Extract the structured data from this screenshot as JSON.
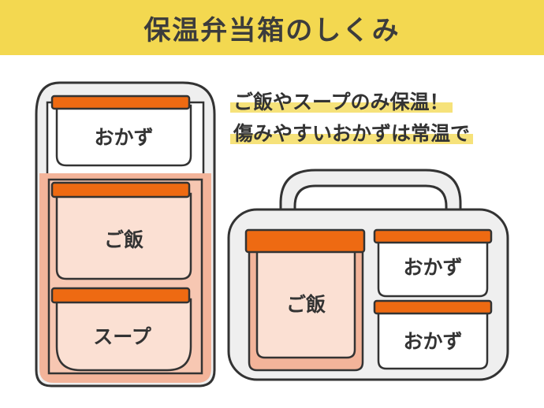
{
  "title": "保温弁当箱のしくみ",
  "caption": {
    "line1": "ご飯やスープのみ保温！",
    "line2": "傷みやすいおかずは常温で"
  },
  "tall_box": {
    "top_container": "おかず",
    "middle_container": "ご飯",
    "bottom_container": "スープ"
  },
  "wide_box": {
    "left_container": "ご飯",
    "right_top_container": "おかず",
    "right_bottom_container": "おかず"
  },
  "colors": {
    "banner": "#f3d850",
    "lid": "#ee6a12",
    "insulated_body": "#f3b49a",
    "insulated_container": "#fbe0d3",
    "outline": "#333333",
    "case": "#efefef"
  }
}
